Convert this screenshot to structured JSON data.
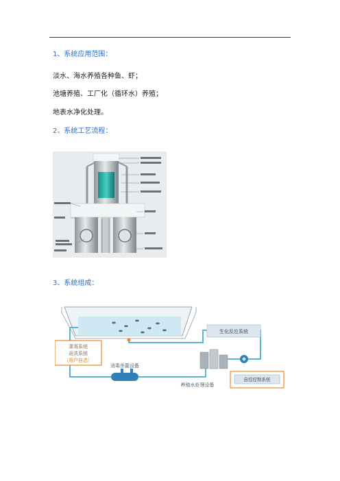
{
  "sections": {
    "s1_title": "1、系统应用范围：",
    "lines": [
      "淡水、海水养殖各种鱼、虾；",
      "池塘养殖、工厂化（循环水）养殖；",
      "地表水净化处理。"
    ],
    "s2_title": "2、系统工艺流程：",
    "s3_title": "3、系统组成："
  },
  "diagram2": {
    "labels": {
      "recovery": [
        "灌溉系统",
        "返洗系统",
        "（用户自选）"
      ],
      "bio": "生化反应系统",
      "disinfect": "消毒杀菌设备",
      "treatment": "养殖水处理设备",
      "control": "自控控制系统"
    },
    "colors": {
      "pipe": "#5bb3d8",
      "label_bg": "#dde6f0",
      "orange": "#e48a2a"
    }
  }
}
